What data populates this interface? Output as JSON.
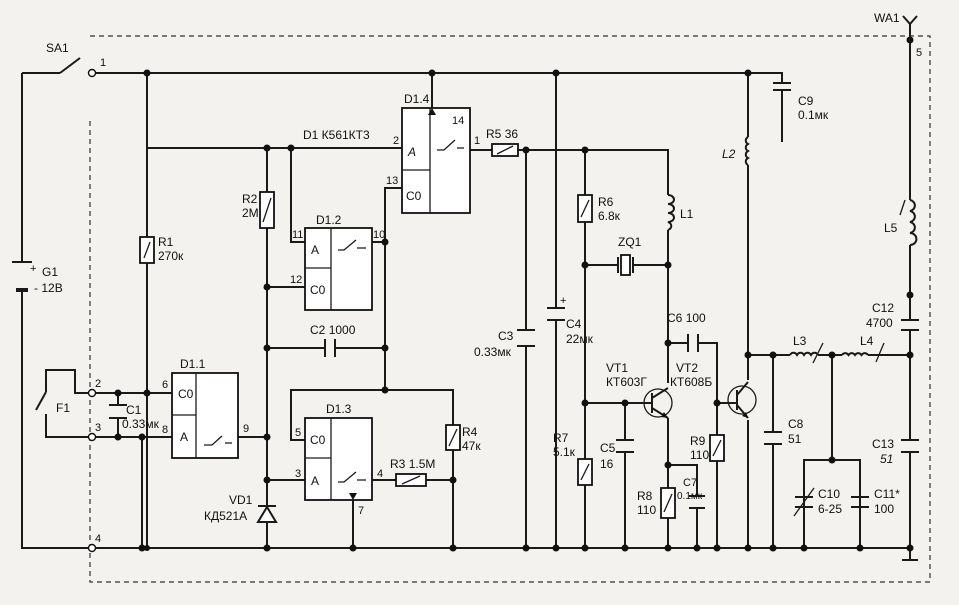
{
  "diagram": {
    "ic_title": "D1 К561КТ3",
    "antenna": {
      "ref": "WA1",
      "pin": "5"
    },
    "switch": {
      "ref": "SA1"
    },
    "battery": {
      "ref": "G1",
      "value": "12В",
      "plus": "+"
    },
    "sensor": {
      "ref": "F1"
    },
    "terminals": [
      "1",
      "2",
      "3",
      "4"
    ],
    "gates": [
      {
        "ref": "D1.1",
        "pins": [
          "6",
          "8",
          "9"
        ]
      },
      {
        "ref": "D1.2",
        "pins": [
          "11",
          "12",
          "10"
        ]
      },
      {
        "ref": "D1.3",
        "pins": [
          "5",
          "3",
          "4",
          "7"
        ]
      },
      {
        "ref": "D1.4",
        "pins": [
          "2",
          "13",
          "1",
          "14"
        ]
      }
    ],
    "gate_labels": {
      "a": "A",
      "co": "C0"
    },
    "resistors": [
      {
        "ref": "R1",
        "value": "270к"
      },
      {
        "ref": "R2",
        "value": "2М"
      },
      {
        "ref": "R3",
        "value": "1.5М"
      },
      {
        "ref": "R4",
        "value": "47к"
      },
      {
        "ref": "R5",
        "value": "36"
      },
      {
        "ref": "R6",
        "value": "6.8к"
      },
      {
        "ref": "R7",
        "value": "5.1к"
      },
      {
        "ref": "R8",
        "value": "110"
      },
      {
        "ref": "R9",
        "value": "110"
      }
    ],
    "capacitors": [
      {
        "ref": "C1",
        "value": "0.33мк"
      },
      {
        "ref": "C2",
        "value": "1000"
      },
      {
        "ref": "C3",
        "value": "0.33мк"
      },
      {
        "ref": "C4",
        "value": "22мк"
      },
      {
        "ref": "C5",
        "value": "16"
      },
      {
        "ref": "C6",
        "value": "100"
      },
      {
        "ref": "C7",
        "value": "0.1мк"
      },
      {
        "ref": "C8",
        "value": "51"
      },
      {
        "ref": "C9",
        "value": "0.1мк"
      },
      {
        "ref": "C10",
        "value": "6-25"
      },
      {
        "ref": "C11*",
        "value": "100"
      },
      {
        "ref": "C12",
        "value": "4700"
      },
      {
        "ref": "C13",
        "value": "51"
      }
    ],
    "inductors": [
      {
        "ref": "L1"
      },
      {
        "ref": "L2"
      },
      {
        "ref": "L3"
      },
      {
        "ref": "L4"
      },
      {
        "ref": "L5"
      }
    ],
    "transistors": [
      {
        "ref": "VT1",
        "type": "КТ603Г"
      },
      {
        "ref": "VT2",
        "type": "КТ608Б"
      }
    ],
    "diode": {
      "ref": "VD1",
      "type": "КД521А"
    },
    "crystal": {
      "ref": "ZQ1"
    }
  }
}
